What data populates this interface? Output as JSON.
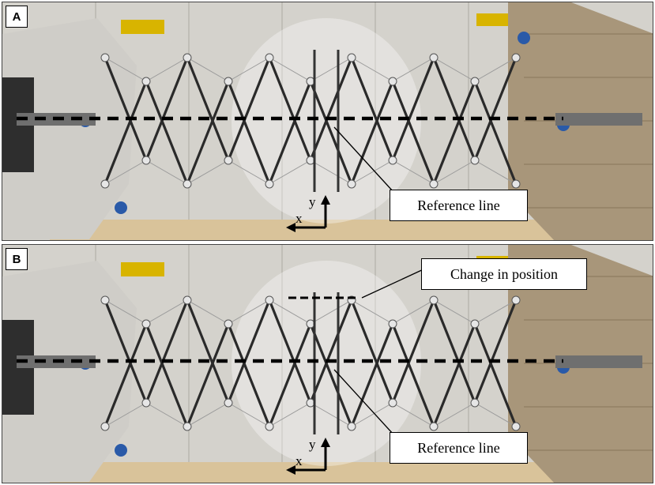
{
  "panels": [
    {
      "letter": "A",
      "callouts": [
        "Reference line"
      ],
      "axes": {
        "x": "x",
        "y": "y"
      }
    },
    {
      "letter": "B",
      "callouts": [
        "Change in position",
        "Reference line"
      ],
      "axes": {
        "x": "x",
        "y": "y"
      }
    }
  ],
  "colors": {
    "floor": "#d4d2cc",
    "wall_block": "#a8967a",
    "strut": "#2a2a2a",
    "reference_line": "#000000",
    "equipment_yellow": "#d8b400",
    "sensor_blue": "#2a5aa8"
  }
}
